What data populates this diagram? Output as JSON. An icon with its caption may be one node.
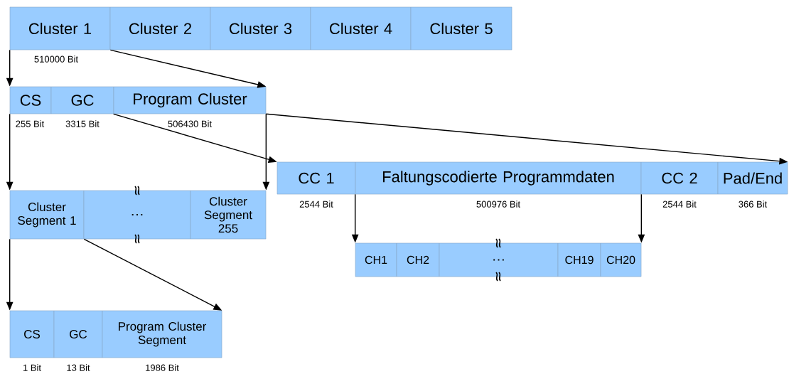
{
  "diagram": {
    "nodes": [
      {
        "text": [
          "Cluster 1"
        ],
        "beside": [
          "510000 Bit"
        ]
      },
      {
        "text": [
          "Cluster 2"
        ]
      },
      {
        "text": [
          "Cluster 3"
        ]
      },
      {
        "text": [
          "Cluster 4"
        ]
      },
      {
        "text": [
          "Cluster 5"
        ]
      },
      {
        "text": [
          "CS"
        ],
        "beside": [
          "255 Bit"
        ]
      },
      {
        "text": [
          "GC"
        ],
        "beside": [
          "3315 Bit"
        ]
      },
      {
        "text": [
          "Program Cluster"
        ],
        "beside": [
          "506430 Bit"
        ]
      },
      {
        "text": [
          "CC 1"
        ],
        "beside": [
          "2544 Bit"
        ]
      },
      {
        "text": [
          "Faltungscodierte Programmdaten"
        ],
        "beside": [
          "500976 Bit"
        ]
      },
      {
        "text": [
          "CC 2"
        ],
        "beside": [
          "2544 Bit"
        ]
      },
      {
        "text": [
          "Pad/End"
        ],
        "beside": [
          "366 Bit"
        ]
      },
      {
        "text": [
          "Cluster Segment 1"
        ]
      },
      {
        "text": [
          "…"
        ]
      },
      {
        "text": [
          "Cluster Segment 255"
        ]
      },
      {
        "text": [
          "CH1"
        ]
      },
      {
        "text": [
          "CH2"
        ]
      },
      {
        "text": [
          "…"
        ]
      },
      {
        "text": [
          "CH19"
        ]
      },
      {
        "text": [
          "CH20"
        ]
      },
      {
        "text": [
          "CS"
        ],
        "beside": [
          "1 Bit"
        ]
      },
      {
        "text": [
          "GC"
        ],
        "beside": [
          "13 Bit"
        ]
      },
      {
        "text": [
          "Program Cluster Segment"
        ],
        "beside": [
          "1986 Bit"
        ]
      }
    ],
    "edges": [
      {
        "from": 0,
        "to": 5,
        "arrow": "to"
      },
      {
        "from": 0,
        "to": 7,
        "arrow": "to"
      },
      {
        "from": 7,
        "to": 8,
        "arrow": "to"
      },
      {
        "from": 7,
        "to": 11,
        "arrow": "to"
      },
      {
        "from": 5,
        "to": 12,
        "arrow": "to"
      },
      {
        "from": 7,
        "to": 14,
        "arrow": "to"
      },
      {
        "from": 9,
        "to": 15,
        "arrow": "to"
      },
      {
        "from": 9,
        "to": 19,
        "arrow": "to"
      },
      {
        "from": 12,
        "to": 20,
        "arrow": "to"
      },
      {
        "from": 12,
        "to": 22,
        "arrow": "to"
      }
    ]
  }
}
